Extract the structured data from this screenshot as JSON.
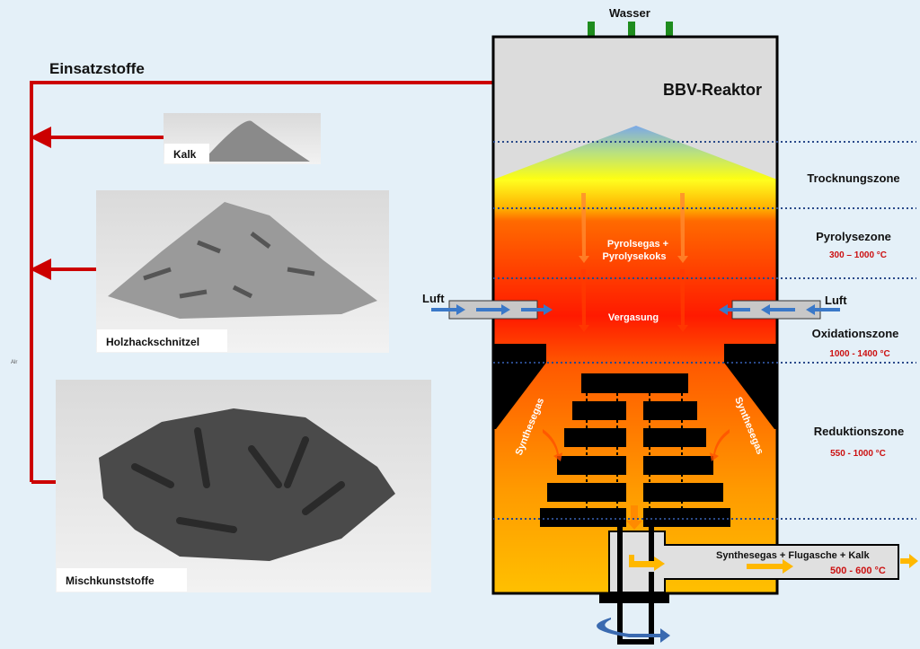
{
  "title": "Einsatzstoffe",
  "reactor_label": "BBV-Reaktor",
  "water_label": "Wasser",
  "air_label_left": "Luft",
  "air_label_right": "Luft",
  "small_label": "Alr",
  "materials": [
    {
      "label": "Kalk"
    },
    {
      "label": "Holzhackschnitzel"
    },
    {
      "label": "Mischkunststoffe"
    }
  ],
  "inner_labels": {
    "pyrolysis_line1": "Pyrolsegas +",
    "pyrolysis_line2": "Pyrolysekoks",
    "gasification": "Vergasung",
    "syngas_left": "Synthesegas",
    "syngas_right": "Synthesegas",
    "outlet": "Synthesegas + Flugasche + Kalk",
    "outlet_temp": "500 - 600 °C"
  },
  "zones": [
    {
      "name": "Trocknungszone",
      "temp": ""
    },
    {
      "name": "Pyrolysezone",
      "temp": "300 – 1000 °C"
    },
    {
      "name": "Oxidationszone",
      "temp": "1000 - 1400 °C"
    },
    {
      "name": "Reduktionszone",
      "temp": "550 - 1000 °C"
    }
  ],
  "colors": {
    "feed_line": "#cc0000",
    "water": "#1e8c1e",
    "air": "#3a78c8",
    "temp_text": "#cc1111",
    "background": "#e4f0f8"
  }
}
